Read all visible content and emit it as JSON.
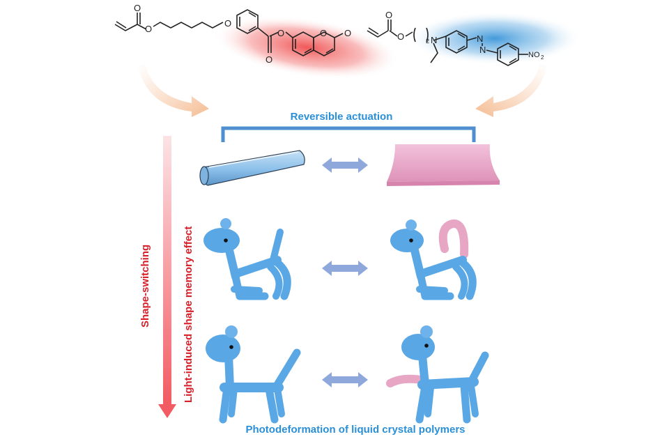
{
  "molecules": {
    "left": {
      "name": "coumarin-acrylate-monomer",
      "atoms": {
        "o_carbonyl": "O",
        "o_ester": "O",
        "o_ether": "O",
        "o_ester2": "O",
        "o_carbonyl2": "O",
        "o_ring": "O",
        "o_lactone": "O"
      },
      "highlight_color": "#f04040"
    },
    "right": {
      "name": "azobenzene-acrylate-monomer",
      "atoms": {
        "o_carbonyl": "O",
        "o_ester": "O",
        "n_amine": "N",
        "subscript": "2",
        "n_azo1": "N",
        "n_azo2": "N",
        "nitro": "NO",
        "nitro_sub": "2"
      },
      "highlight_color": "#2f8fd6"
    }
  },
  "labels": {
    "reversible_actuation": "Reversible actuation",
    "shape_switching": "Shape-switching",
    "light_induced": "Light-induced shape memory effect",
    "photodeformation": "Photodeformation of liquid crystal polymers"
  },
  "rows": [
    {
      "left": "rolled-tube",
      "right": "curved-film"
    },
    {
      "left": "sitting-dog",
      "right": "sitting-dog-pink-raised-tail"
    },
    {
      "left": "standing-dog",
      "right": "standing-dog-pink-extended-tail"
    }
  ],
  "colors": {
    "blue_label": "#2a8fd6",
    "red_label": "#d9202a",
    "object_blue": "#5aa7e6",
    "object_pink": "#e7a6c4",
    "arrow_lavender": "#8fa8dc",
    "arrow_orange": "#f6c9a7"
  }
}
